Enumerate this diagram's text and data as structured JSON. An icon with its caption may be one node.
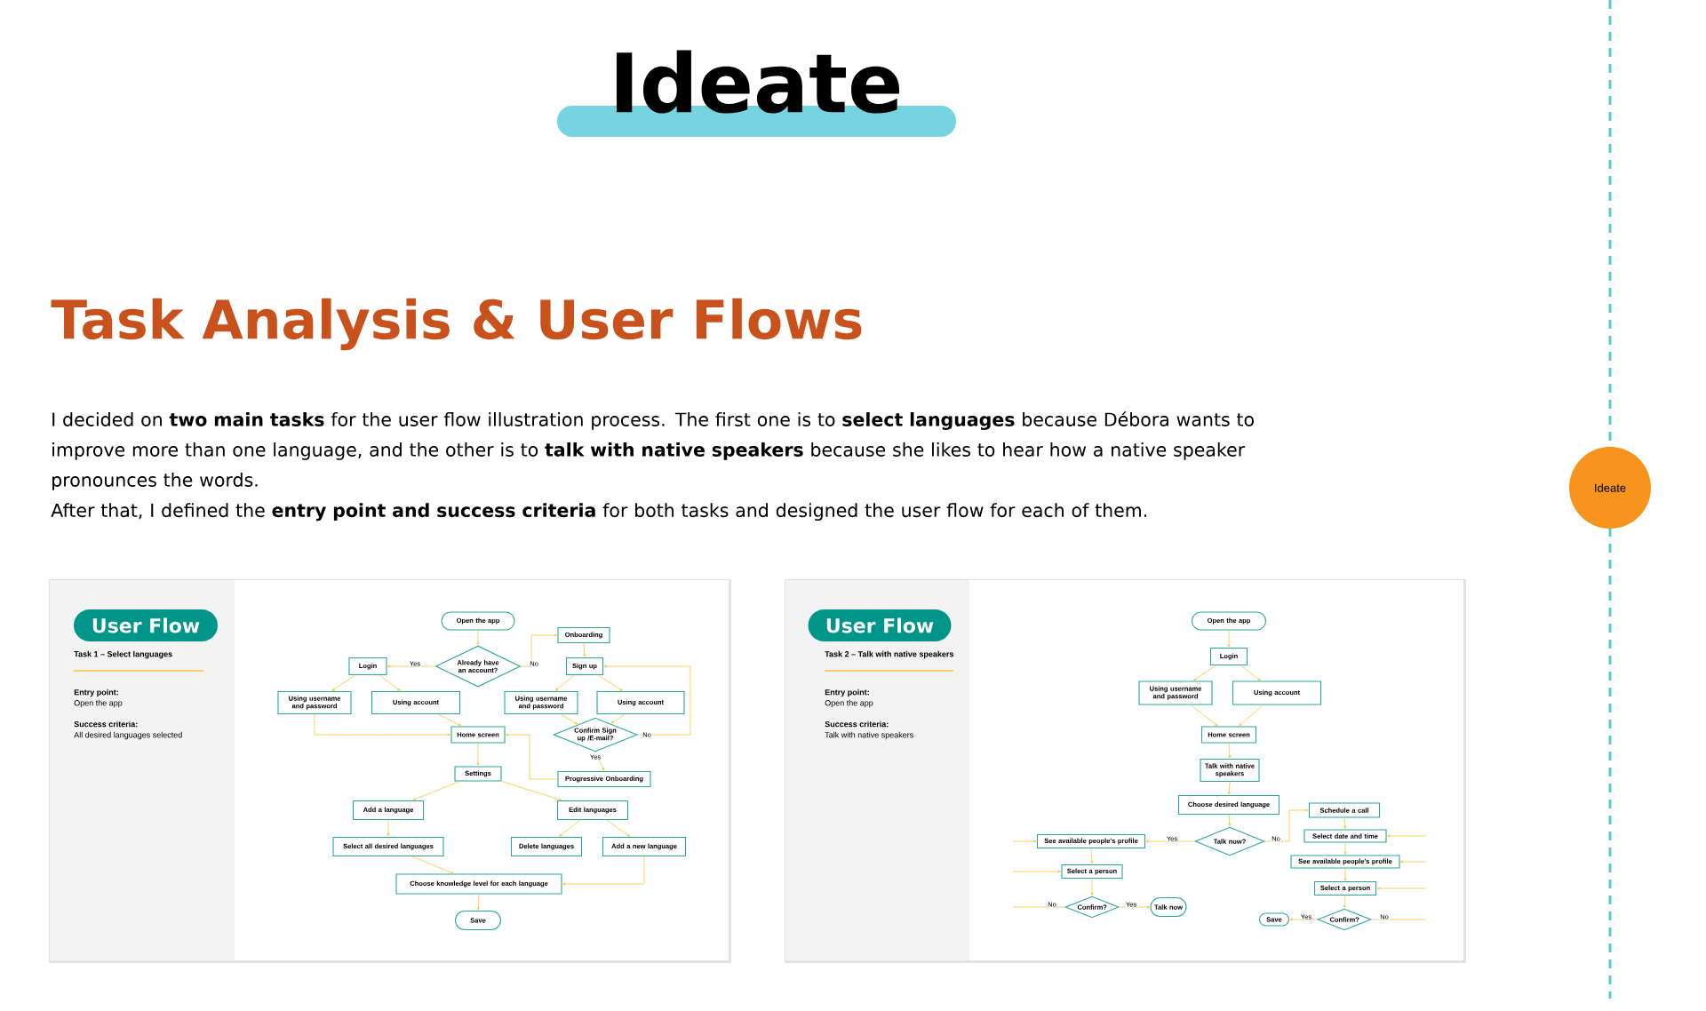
{
  "diagram": {
    "title": "Ideate",
    "nodes": [
      {
        "text": [
          "Ideate"
        ]
      },
      {
        "text": [
          "User Flow"
        ]
      },
      {
        "text": [
          "Open the app"
        ]
      },
      {
        "text": [
          "Already have an account?"
        ]
      },
      {
        "text": [
          "Login"
        ]
      },
      {
        "text": [
          "Onboarding"
        ]
      },
      {
        "text": [
          "Sign up"
        ]
      },
      {
        "text": [
          "Using username and password"
        ]
      },
      {
        "text": [
          "Using account"
        ]
      },
      {
        "text": [
          "Using username and password"
        ]
      },
      {
        "text": [
          "Using account"
        ]
      },
      {
        "text": [
          "Home screen"
        ]
      },
      {
        "text": [
          "Confirm Sign up /E-mail?"
        ]
      },
      {
        "text": [
          "Settings"
        ]
      },
      {
        "text": [
          "Progressive Onboarding"
        ]
      },
      {
        "text": [
          "Add a language"
        ]
      },
      {
        "text": [
          "Edit languages"
        ]
      },
      {
        "text": [
          "Select all desired languages"
        ]
      },
      {
        "text": [
          "Delete languages"
        ]
      },
      {
        "text": [
          "Add a new language"
        ]
      },
      {
        "text": [
          "Choose knowledge level for each language"
        ]
      },
      {
        "text": [
          "Save"
        ]
      },
      {
        "text": [
          "User Flow"
        ]
      },
      {
        "text": [
          "Open the app"
        ]
      },
      {
        "text": [
          "Login"
        ]
      },
      {
        "text": [
          "Using username and password"
        ]
      },
      {
        "text": [
          "Using account"
        ]
      },
      {
        "text": [
          "Home screen"
        ]
      },
      {
        "text": [
          "Talk with native speakers"
        ]
      },
      {
        "text": [
          "Choose desired language"
        ]
      },
      {
        "text": [
          "Talk now?"
        ]
      },
      {
        "text": [
          "See available people's profile"
        ]
      },
      {
        "text": [
          "Select a person"
        ]
      },
      {
        "text": [
          "Confirm?"
        ]
      },
      {
        "text": [
          "Talk now"
        ]
      },
      {
        "text": [
          "Schedule a call"
        ]
      },
      {
        "text": [
          "Select date and time"
        ]
      },
      {
        "text": [
          "See available people's profile"
        ]
      },
      {
        "text": [
          "Select a person"
        ]
      },
      {
        "text": [
          "Confirm?"
        ]
      },
      {
        "text": [
          "Save"
        ]
      }
    ],
    "edges": [
      {
        "from": 2,
        "to": 3,
        "arrow": "to"
      },
      {
        "from": 3,
        "to": 4,
        "arrow": "to",
        "label": "Yes"
      },
      {
        "from": 3,
        "to": 5,
        "arrow": "to",
        "label": "No"
      },
      {
        "from": 5,
        "to": 6,
        "arrow": "to"
      },
      {
        "from": 4,
        "to": 7,
        "arrow": "to"
      },
      {
        "from": 4,
        "to": 8,
        "arrow": "to"
      },
      {
        "from": 6,
        "to": 9,
        "arrow": "to"
      },
      {
        "from": 6,
        "to": 10,
        "arrow": "to"
      },
      {
        "from": 8,
        "to": 11,
        "arrow": "to"
      },
      {
        "from": 7,
        "to": 11,
        "arrow": "to"
      },
      {
        "from": 9,
        "to": 12,
        "arrow": "to"
      },
      {
        "from": 10,
        "to": 12,
        "arrow": "to"
      },
      {
        "from": 12,
        "to": 6,
        "arrow": "to",
        "label": "No"
      },
      {
        "from": 12,
        "to": 14,
        "arrow": "to",
        "label": "Yes"
      },
      {
        "from": 14,
        "to": 11,
        "arrow": "to"
      },
      {
        "from": 11,
        "to": 13,
        "arrow": "to"
      },
      {
        "from": 13,
        "to": 15,
        "arrow": "to"
      },
      {
        "from": 13,
        "to": 16,
        "arrow": "to"
      },
      {
        "from": 15,
        "to": 17,
        "arrow": "to"
      },
      {
        "from": 16,
        "to": 18,
        "arrow": "to"
      },
      {
        "from": 16,
        "to": 19,
        "arrow": "to"
      },
      {
        "from": 17,
        "to": 20,
        "arrow": "to"
      },
      {
        "from": 19,
        "to": 20,
        "arrow": "to"
      },
      {
        "from": 20,
        "to": 21,
        "arrow": "to"
      },
      {
        "from": 23,
        "to": 24,
        "arrow": "to"
      },
      {
        "from": 24,
        "to": 25,
        "arrow": "to"
      },
      {
        "from": 24,
        "to": 26,
        "arrow": "to"
      },
      {
        "from": 25,
        "to": 27,
        "arrow": "to"
      },
      {
        "from": 26,
        "to": 27,
        "arrow": "to"
      },
      {
        "from": 27,
        "to": 28,
        "arrow": "to"
      },
      {
        "from": 28,
        "to": 29,
        "arrow": "to"
      },
      {
        "from": 29,
        "to": 30,
        "arrow": "to"
      },
      {
        "from": 30,
        "to": 31,
        "arrow": "to",
        "label": "Yes"
      },
      {
        "from": 30,
        "to": 35,
        "arrow": "to",
        "label": "No"
      },
      {
        "from": 31,
        "to": 32,
        "arrow": "to"
      },
      {
        "from": 32,
        "to": 33,
        "arrow": "to"
      },
      {
        "from": 33,
        "to": 34,
        "arrow": "to",
        "label": "Yes"
      },
      {
        "from": null,
        "to": 31,
        "arrow": "to"
      },
      {
        "from": null,
        "to": 32,
        "arrow": "to"
      },
      {
        "from": 33,
        "to": null,
        "arrow": "none",
        "label": "No"
      },
      {
        "from": 35,
        "to": 36,
        "arrow": "to"
      },
      {
        "from": 36,
        "to": 37,
        "arrow": "to"
      },
      {
        "from": 37,
        "to": 38,
        "arrow": "to"
      },
      {
        "from": 38,
        "to": 39,
        "arrow": "to"
      },
      {
        "from": 39,
        "to": 40,
        "arrow": "to",
        "label": "Yes"
      },
      {
        "from": null,
        "to": 36,
        "arrow": "to"
      },
      {
        "from": null,
        "to": 37,
        "arrow": "to"
      },
      {
        "from": null,
        "to": 38,
        "arrow": "to"
      },
      {
        "from": 39,
        "to": null,
        "arrow": "none",
        "label": "No"
      }
    ],
    "labels": [
      "Task Analysis & User Flows",
      "I decided on **two main tasks** for the user flow illustration process. The first one is to **select languages** because Débora wants to improve more than one language, and the other is to **talk with native speakers** because she likes to hear how a native speaker pronounces the words.",
      "After that, I defined the **entry point and success criteria** for both tasks and designed the user flow for each of them.",
      "Task 1 – Select languages",
      "Entry point:",
      "Open the app",
      "Success criteria:",
      "All desired languages selected",
      "Task 2 – Talk with native speakers",
      "Entry point:",
      "Open the app",
      "Success criteria:",
      "Talk with native speakers"
    ]
  }
}
